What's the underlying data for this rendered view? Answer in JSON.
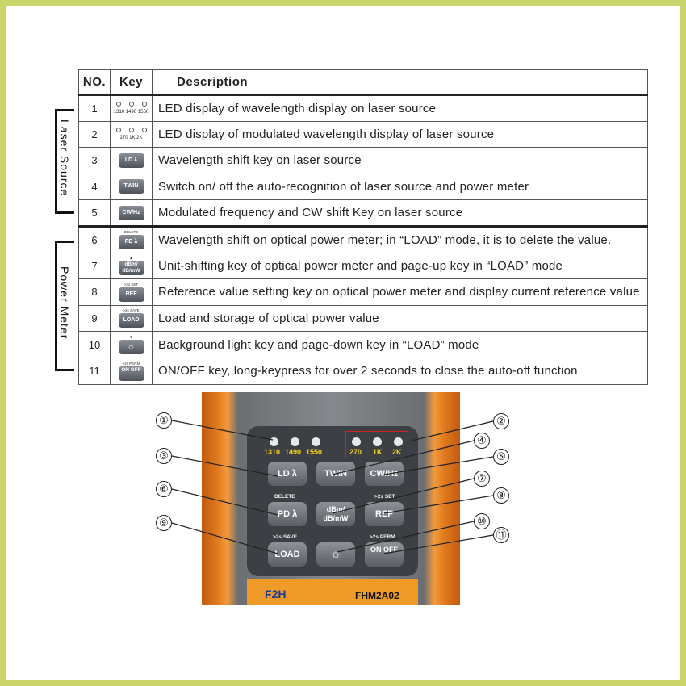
{
  "table": {
    "headers": {
      "no": "NO.",
      "key": "Key",
      "description": "Description"
    },
    "rows": [
      {
        "no": "1",
        "key_leds": [
          "1310",
          "1490",
          "1550"
        ],
        "description": "LED display of  wavelength display on laser source"
      },
      {
        "no": "2",
        "key_leds": [
          "270",
          "1K",
          "2K"
        ],
        "description": "LED display of modulated wavelength display of laser source"
      },
      {
        "no": "3",
        "key_label": "LD λ",
        "description": "Wavelength shift key on laser source"
      },
      {
        "no": "4",
        "key_label": "TWIN",
        "description": "Switch on/ off the auto-recognition of laser source and power meter"
      },
      {
        "no": "5",
        "key_label": "CW/Hz",
        "description": "Modulated frequency and CW shift Key on laser source"
      },
      {
        "no": "6",
        "key_caption": "DELETE",
        "key_label": "PD λ",
        "description": "Wavelength shift on optical power meter; in “LOAD” mode, it is to delete the value."
      },
      {
        "no": "7",
        "key_caption": "▲",
        "key_label": "dBm/ dB/mW",
        "description": "Unit-shifting key of optical power meter and page-up key in “LOAD” mode"
      },
      {
        "no": "8",
        "key_caption": ">3s SET",
        "key_label": "REF",
        "description": "Reference value setting key on optical power meter and display current reference value"
      },
      {
        "no": "9",
        "key_caption": ">2s SAVE",
        "key_label": "LOAD",
        "description": "Load and storage of optical power value"
      },
      {
        "no": "10",
        "key_caption": "▼",
        "key_label": "☼",
        "description": "Background light key and page-down key in “LOAD” mode"
      },
      {
        "no": "11",
        "key_caption": ">2s PERM",
        "key_label": "ON OFF",
        "description": "ON/OFF key, long-keypress for over 2 seconds to close the auto-off function"
      }
    ]
  },
  "groups": {
    "laser_source": "Laser Source",
    "power_meter": "Power Meter"
  },
  "device": {
    "leds_wavelength": [
      "1310",
      "1490",
      "1550"
    ],
    "leds_modulation": [
      "270",
      "1K",
      "2K"
    ],
    "keys": {
      "ld": "LD λ",
      "twin": "TWIN",
      "cwhz": "CW/Hz",
      "pd": "PD λ",
      "dbm": "dBm/ dB/mW",
      "ref": "REF",
      "load": "LOAD",
      "backlight": "☼",
      "onoff": "ON OFF"
    },
    "captions": {
      "delete": "DELETE",
      "set": ">2s SET",
      "save": ">2s SAVE",
      "perm": ">2s PERM"
    },
    "logo": "F2H",
    "model": "FHM2A02",
    "callouts": [
      "①",
      "②",
      "③",
      "④",
      "⑤",
      "⑥",
      "⑦",
      "⑧",
      "⑨",
      "⑩",
      "⑪"
    ]
  },
  "colors": {
    "border": "#c9d46a",
    "device_orange": "#f39a3c",
    "led_text": "#f3d21a",
    "led_frame": "#d62020"
  }
}
